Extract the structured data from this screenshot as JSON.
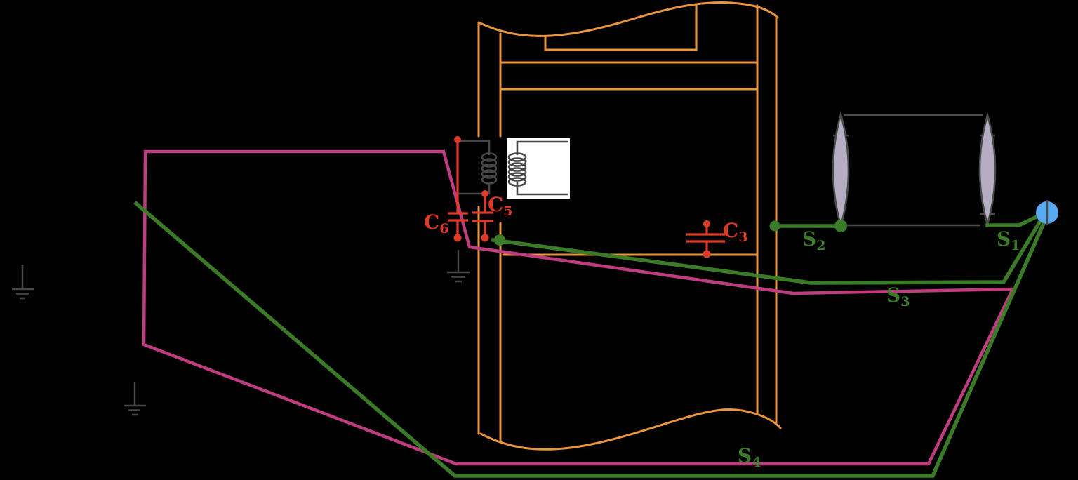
{
  "colors": {
    "background": "#000000",
    "tube_orange": "#E8953D",
    "beam_pink": "#BE3D7F",
    "beam_green": "#3B7A26",
    "component_red": "#DE3A28",
    "circuit_gray": "#474747",
    "lens_fill": "#B5ADC1",
    "lens_outline": "#4A4A4A",
    "source_blue": "#58A9F0",
    "inset_white": "#FFFFFF"
  },
  "labels": {
    "c6": {
      "main": "C",
      "sub": "6"
    },
    "c5": {
      "main": "C",
      "sub": "5"
    },
    "c3": {
      "main": "C",
      "sub": "3"
    },
    "s2": {
      "main": "S",
      "sub": "2"
    },
    "s1": {
      "main": "S",
      "sub": "1"
    },
    "s3": {
      "main": "S",
      "sub": "3"
    },
    "s4": {
      "main": "S",
      "sub": "4"
    }
  }
}
